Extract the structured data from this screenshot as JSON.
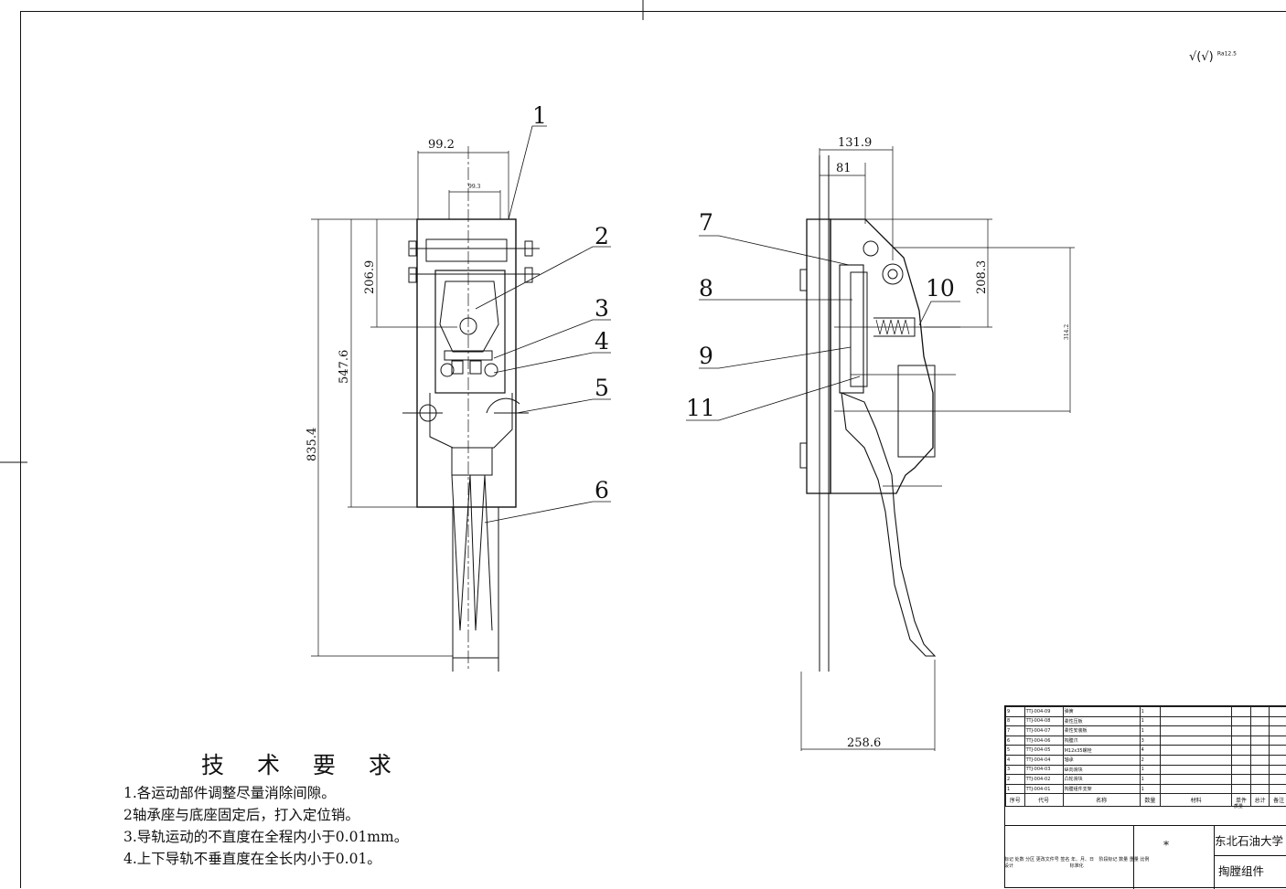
{
  "roughness": "√(√)",
  "roughness_value": "Ra12.5",
  "views": {
    "front": {
      "dims": {
        "width_top": "99.2",
        "width_inner": "99.3",
        "h1": "206.9",
        "h2": "547.6",
        "h3": "835.4"
      },
      "callouts": [
        "1",
        "2",
        "3",
        "4",
        "5",
        "6"
      ]
    },
    "side": {
      "dims": {
        "w1": "131.9",
        "w2": "81",
        "h1": "208.3",
        "h2": "314.2",
        "bottom": "258.6"
      },
      "callouts": [
        "7",
        "8",
        "9",
        "10",
        "11"
      ]
    }
  },
  "tech_requirements": {
    "title": "技 术 要 求",
    "items": [
      "1.各运动部件调整尽量消除间隙。",
      "2轴承座与底座固定后，打入定位销。",
      "3.导轨运动的不直度在全程内小于0.01mm。",
      "4.上下导轨不垂直度在全长内小于0.01。"
    ]
  },
  "bom": {
    "rows": [
      {
        "no": "9",
        "code": "TTJ-004-09",
        "name": "弹簧",
        "qty": "1"
      },
      {
        "no": "8",
        "code": "TTJ-004-08",
        "name": "柔性压板",
        "qty": "1"
      },
      {
        "no": "7",
        "code": "TTJ-004-07",
        "name": "柔性安装板",
        "qty": "1"
      },
      {
        "no": "6",
        "code": "TTJ-004-06",
        "name": "掏膛爪",
        "qty": "3"
      },
      {
        "no": "5",
        "code": "TTJ-004-05",
        "name": "M12x35螺栓",
        "qty": "4"
      },
      {
        "no": "4",
        "code": "TTJ-004-04",
        "name": "轴承",
        "qty": "2"
      },
      {
        "no": "3",
        "code": "TTJ-004-03",
        "name": "纵向滑块",
        "qty": "1"
      },
      {
        "no": "2",
        "code": "TTJ-004-02",
        "name": "凸轮滑块",
        "qty": "1"
      },
      {
        "no": "1",
        "code": "TTJ-004-01",
        "name": "掏膛组件支架",
        "qty": "1"
      }
    ],
    "headers": {
      "no": "序号",
      "code": "代号",
      "name": "名称",
      "qty": "数量",
      "material": "材料",
      "unit": "单件",
      "total": "总计",
      "mass": "质量",
      "note": "备注"
    }
  },
  "title_block": {
    "org": "东北石油大学",
    "title": "掏膛组件",
    "mark": "*",
    "rev_labels": "标记 处数 分区 更改文件号 签名 年、月、日",
    "design": "设计",
    "std": "标准化",
    "stage": "阶段标记 数量 重量 比例"
  }
}
